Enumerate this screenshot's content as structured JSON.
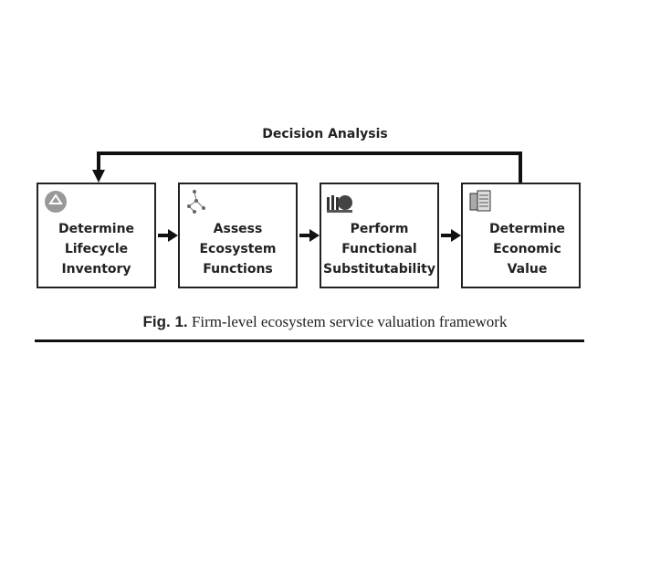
{
  "feedback_label": "Decision Analysis",
  "steps": [
    {
      "label": "Determine Lifecycle Inventory",
      "icon": "recycle-icon"
    },
    {
      "label": "Assess Ecosystem Functions",
      "icon": "network-icon"
    },
    {
      "label": "Perform Functional Substitutability",
      "icon": "factory-icon"
    },
    {
      "label": "Determine Economic Value",
      "icon": "ledger-icon"
    }
  ],
  "caption": {
    "prefix": "Fig. 1.",
    "text": "Firm-level ecosystem service valuation framework"
  }
}
